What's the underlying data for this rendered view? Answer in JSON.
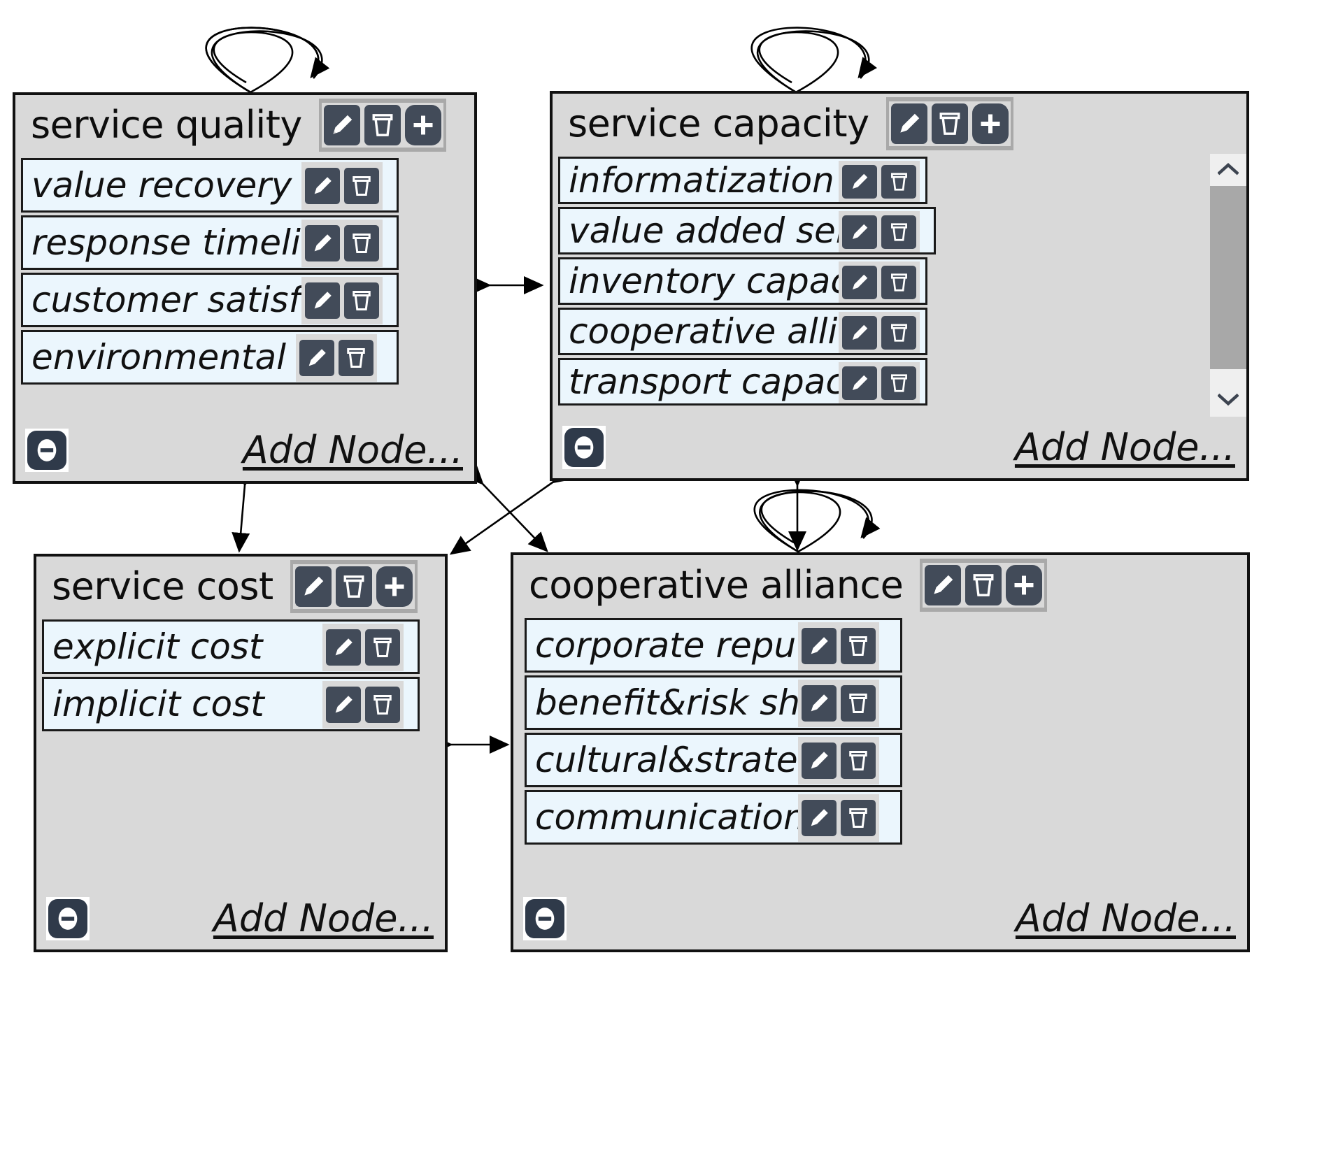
{
  "diagram": {
    "title_visible": false,
    "panels": [
      {
        "id": "service-quality",
        "title": "service quality",
        "header_icons": [
          "edit-icon",
          "delete-icon",
          "add-icon"
        ],
        "add_node_label": "Add Node...",
        "collapse_label": "collapse",
        "has_scrollbar": false,
        "nodes": [
          {
            "label": "value recovery r",
            "icons": [
              "edit-icon",
              "delete-icon"
            ]
          },
          {
            "label": "response timelin",
            "icons": [
              "edit-icon",
              "delete-icon"
            ]
          },
          {
            "label": "customer satisfa",
            "icons": [
              "edit-icon",
              "delete-icon"
            ]
          },
          {
            "label": "environmental p",
            "icons": [
              "edit-icon",
              "delete-icon"
            ]
          }
        ]
      },
      {
        "id": "service-capacity",
        "title": "service capacity",
        "header_icons": [
          "edit-icon",
          "delete-icon",
          "add-icon"
        ],
        "add_node_label": "Add Node...",
        "collapse_label": "collapse",
        "has_scrollbar": true,
        "scrollbar": {
          "up_arrow": "chevron-up-icon",
          "down_arrow": "chevron-down-icon",
          "thumb_top_pct": 8,
          "thumb_height_pct": 72
        },
        "nodes": [
          {
            "label": "informatization",
            "icons": [
              "edit-icon",
              "delete-icon"
            ]
          },
          {
            "label": "value added serv",
            "icons": [
              "edit-icon",
              "delete-icon"
            ]
          },
          {
            "label": "inventory capaci",
            "icons": [
              "edit-icon",
              "delete-icon"
            ]
          },
          {
            "label": "cooperative allia",
            "icons": [
              "edit-icon",
              "delete-icon"
            ]
          },
          {
            "label": "transport capaci",
            "icons": [
              "edit-icon",
              "delete-icon"
            ]
          }
        ]
      },
      {
        "id": "service-cost",
        "title": "service cost",
        "header_icons": [
          "edit-icon",
          "delete-icon",
          "add-icon"
        ],
        "add_node_label": "Add Node...",
        "collapse_label": "collapse",
        "has_scrollbar": false,
        "nodes": [
          {
            "label": "explicit cost",
            "icons": [
              "edit-icon",
              "delete-icon"
            ]
          },
          {
            "label": "implicit cost",
            "icons": [
              "edit-icon",
              "delete-icon"
            ]
          }
        ]
      },
      {
        "id": "cooperative-alliance",
        "title": "cooperative alliance",
        "header_icons": [
          "edit-icon",
          "delete-icon",
          "add-icon"
        ],
        "add_node_label": "Add Node...",
        "collapse_label": "collapse",
        "has_scrollbar": false,
        "nodes": [
          {
            "label": "corporate reputa",
            "icons": [
              "edit-icon",
              "delete-icon"
            ]
          },
          {
            "label": "benefit&risk sha",
            "icons": [
              "edit-icon",
              "delete-icon"
            ]
          },
          {
            "label": "cultural&strateg",
            "icons": [
              "edit-icon",
              "delete-icon"
            ]
          },
          {
            "label": "communication ",
            "icons": [
              "edit-icon",
              "delete-icon"
            ]
          }
        ]
      }
    ]
  },
  "colors": {
    "panel_bg": "#d9d9d9",
    "panel_border": "#111111",
    "node_bg": "#ebf6fd",
    "icon_bg": "#424b59",
    "icon_fg": "#ffffff",
    "scroll_thumb": "#a8a8a8",
    "canvas_bg": "#ffffff"
  }
}
